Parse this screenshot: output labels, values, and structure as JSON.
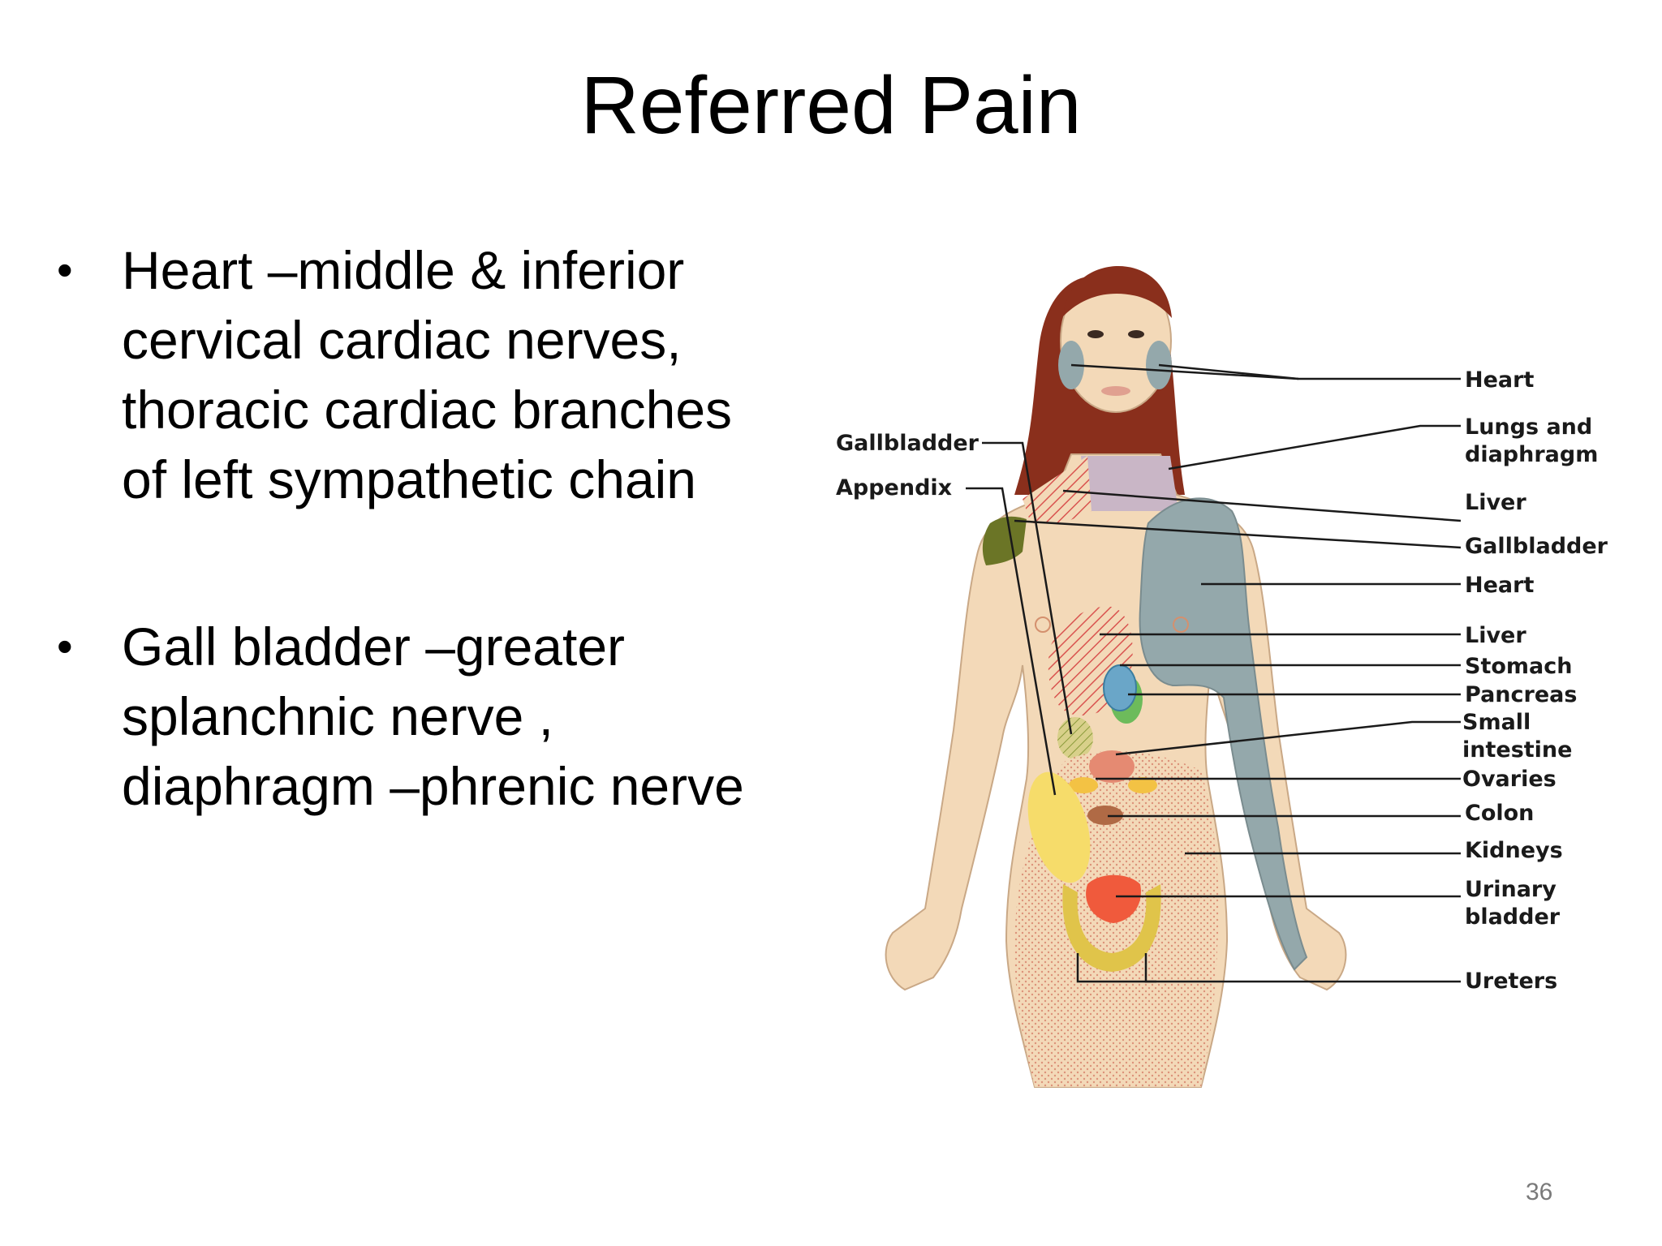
{
  "slide": {
    "title": "Referred Pain",
    "page_number": "36"
  },
  "bullets": [
    {
      "text": "Heart –middle & inferior cervical cardiac nerves, thoracic cardiac branches of left sympathetic chain"
    },
    {
      "text": "Gall bladder –greater splanchnic nerve , diaphragm –phrenic nerve"
    }
  ],
  "bullet_glyph": "•",
  "figure": {
    "labels_right": [
      "Heart",
      "Lungs and\ndiaphragm",
      "Liver",
      "Gallbladder",
      "Heart",
      "Liver",
      "Stomach",
      "Pancreas",
      "Small\nintestine",
      "Ovaries",
      "Colon",
      "Kidneys",
      "Urinary\nbladder",
      "Ureters"
    ],
    "labels_left": [
      "Gallbladder",
      "Appendix"
    ]
  },
  "colors": {
    "skin": "#f3d9b8",
    "hair": "#8a2f1c",
    "heart": "#94a8ab",
    "lungs": "#c9b6c6",
    "liver": "#d9534f",
    "gallbladder_shoulder": "#6b7526",
    "stomach": "#6aa6c8",
    "pancreas": "#6dbb5b",
    "small_intestine": "#e58a72",
    "ovaries": "#f3c244",
    "colon": "#b06a45",
    "appendix": "#f6dc6a",
    "urinary_bladder": "#f05a3c",
    "ureters": "#e0c44a"
  }
}
